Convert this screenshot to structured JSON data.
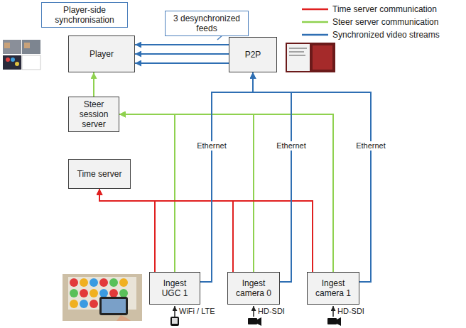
{
  "diagram": {
    "nodes": [
      {
        "text": [
          "Player-side synchronisation"
        ]
      },
      {
        "text": [
          "3 desynchronized feeds"
        ]
      },
      {
        "text": [
          "Player"
        ]
      },
      {
        "text": [
          "P2P"
        ]
      },
      {
        "text": [
          "Steer session server"
        ]
      },
      {
        "text": [
          "Time server"
        ]
      },
      {
        "text": [
          "Ingest UGC 1"
        ]
      },
      {
        "text": [
          "Ingest camera 0"
        ]
      },
      {
        "text": [
          "Ingest camera 1"
        ]
      }
    ],
    "edges": [
      {
        "from": 3,
        "to": 2,
        "arrow": "to"
      },
      {
        "from": 3,
        "to": 2,
        "arrow": "to"
      },
      {
        "from": 3,
        "to": 2,
        "arrow": "to"
      },
      {
        "from": 4,
        "to": 2,
        "arrow": "to"
      },
      {
        "from": 6,
        "to": 4,
        "arrow": "to"
      },
      {
        "from": 7,
        "to": 4,
        "arrow": "to"
      },
      {
        "from": 8,
        "to": 4,
        "arrow": "to"
      },
      {
        "from": 6,
        "to": 5,
        "arrow": "to"
      },
      {
        "from": 7,
        "to": 5,
        "arrow": "to"
      },
      {
        "from": 8,
        "to": 5,
        "arrow": "to"
      },
      {
        "from": 6,
        "to": 3,
        "arrow": "to"
      },
      {
        "from": 7,
        "to": 3,
        "arrow": "to"
      },
      {
        "from": 8,
        "to": 3,
        "arrow": "to"
      }
    ],
    "labels": [
      "Ethernet",
      "Ethernet",
      "Ethernet",
      "WiFi / LTE",
      "HD-SDI",
      "HD-SDI"
    ],
    "legend": [
      {
        "text": "Time server communication"
      },
      {
        "text": "Steer server communication"
      },
      {
        "text": "Synchronized video streams"
      }
    ]
  }
}
